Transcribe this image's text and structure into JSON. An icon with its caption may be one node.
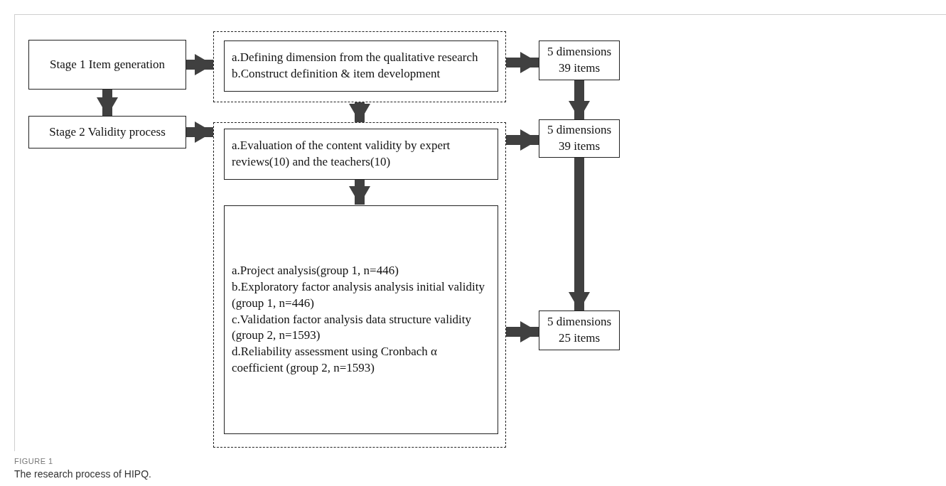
{
  "diagram": {
    "caption": "The research process of HIPQ.",
    "nodes": [
      {
        "text": [],
        "shape": "box"
      },
      {
        "text": [
          "a.Defining dimension from the qualitative research",
          "b.Construct definition & item development"
        ],
        "in": 0
      },
      {
        "text": [
          "Stage 1 Item generation"
        ]
      },
      {
        "text": [
          "Stage 2 Validity process"
        ]
      },
      {
        "text": [],
        "shape": "box"
      },
      {
        "text": [
          "a.Evaluation of the content validity by expert reviews(10) and the teachers(10)"
        ],
        "in": 4
      },
      {
        "text": [
          "a.Project analysis(group 1, n=446)",
          "b.Exploratory factor analysis analysis initial validity (group 1, n=446)",
          "c.Validation factor analysis data structure validity (group 2, n=1593)",
          "d.Reliability assessment using Cronbach α coefficient (group 2, n=1593)"
        ],
        "in": 4
      },
      {
        "text": [
          "5 dimensions 39 items"
        ]
      },
      {
        "text": [
          "5 dimensions 39 items"
        ]
      },
      {
        "text": [
          "5 dimensions 25 items"
        ]
      }
    ],
    "edges": [
      {
        "from": 2,
        "to": 0,
        "arrow": "to"
      },
      {
        "from": 0,
        "to": 7,
        "arrow": "to"
      },
      {
        "from": 2,
        "to": 3,
        "arrow": "to"
      },
      {
        "from": 0,
        "to": 4,
        "arrow": "to"
      },
      {
        "from": 3,
        "to": 4,
        "arrow": "to"
      },
      {
        "from": 4,
        "to": 8,
        "arrow": "to"
      },
      {
        "from": 5,
        "to": 6,
        "arrow": "to"
      },
      {
        "from": 7,
        "to": 8,
        "arrow": "to"
      },
      {
        "from": 8,
        "to": 9,
        "arrow": "to"
      },
      {
        "from": 4,
        "to": 9,
        "arrow": "to"
      }
    ],
    "labels": [
      "FIGURE 1"
    ]
  }
}
